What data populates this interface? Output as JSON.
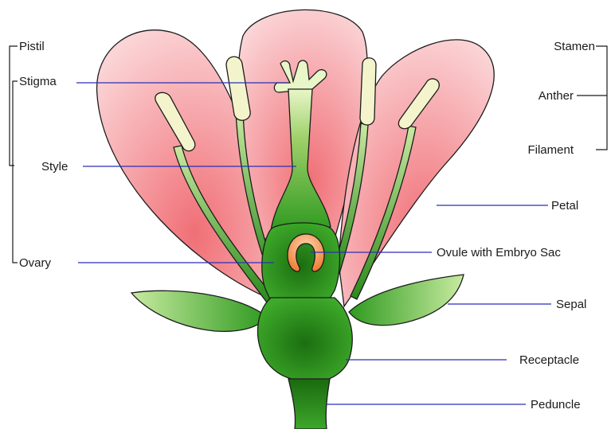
{
  "labels": {
    "pistil": "Pistil",
    "stigma": "Stigma",
    "style": "Style",
    "ovary": "Ovary",
    "stamen": "Stamen",
    "anther": "Anther",
    "filament": "Filament",
    "petal": "Petal",
    "ovule": "Ovule with Embryo Sac",
    "sepal": "Sepal",
    "receptacle": "Receptacle",
    "peduncle": "Peduncle"
  },
  "colors": {
    "petal_fill": "#f07a80",
    "petal_light": "#fcd2d4",
    "green_dark": "#1f7a14",
    "green_mid": "#33a322",
    "green_light": "#c9e9a2",
    "anther": "#f3f4cc",
    "ovule": "#ee7a2a",
    "guide_line": "#2a2fb8"
  }
}
